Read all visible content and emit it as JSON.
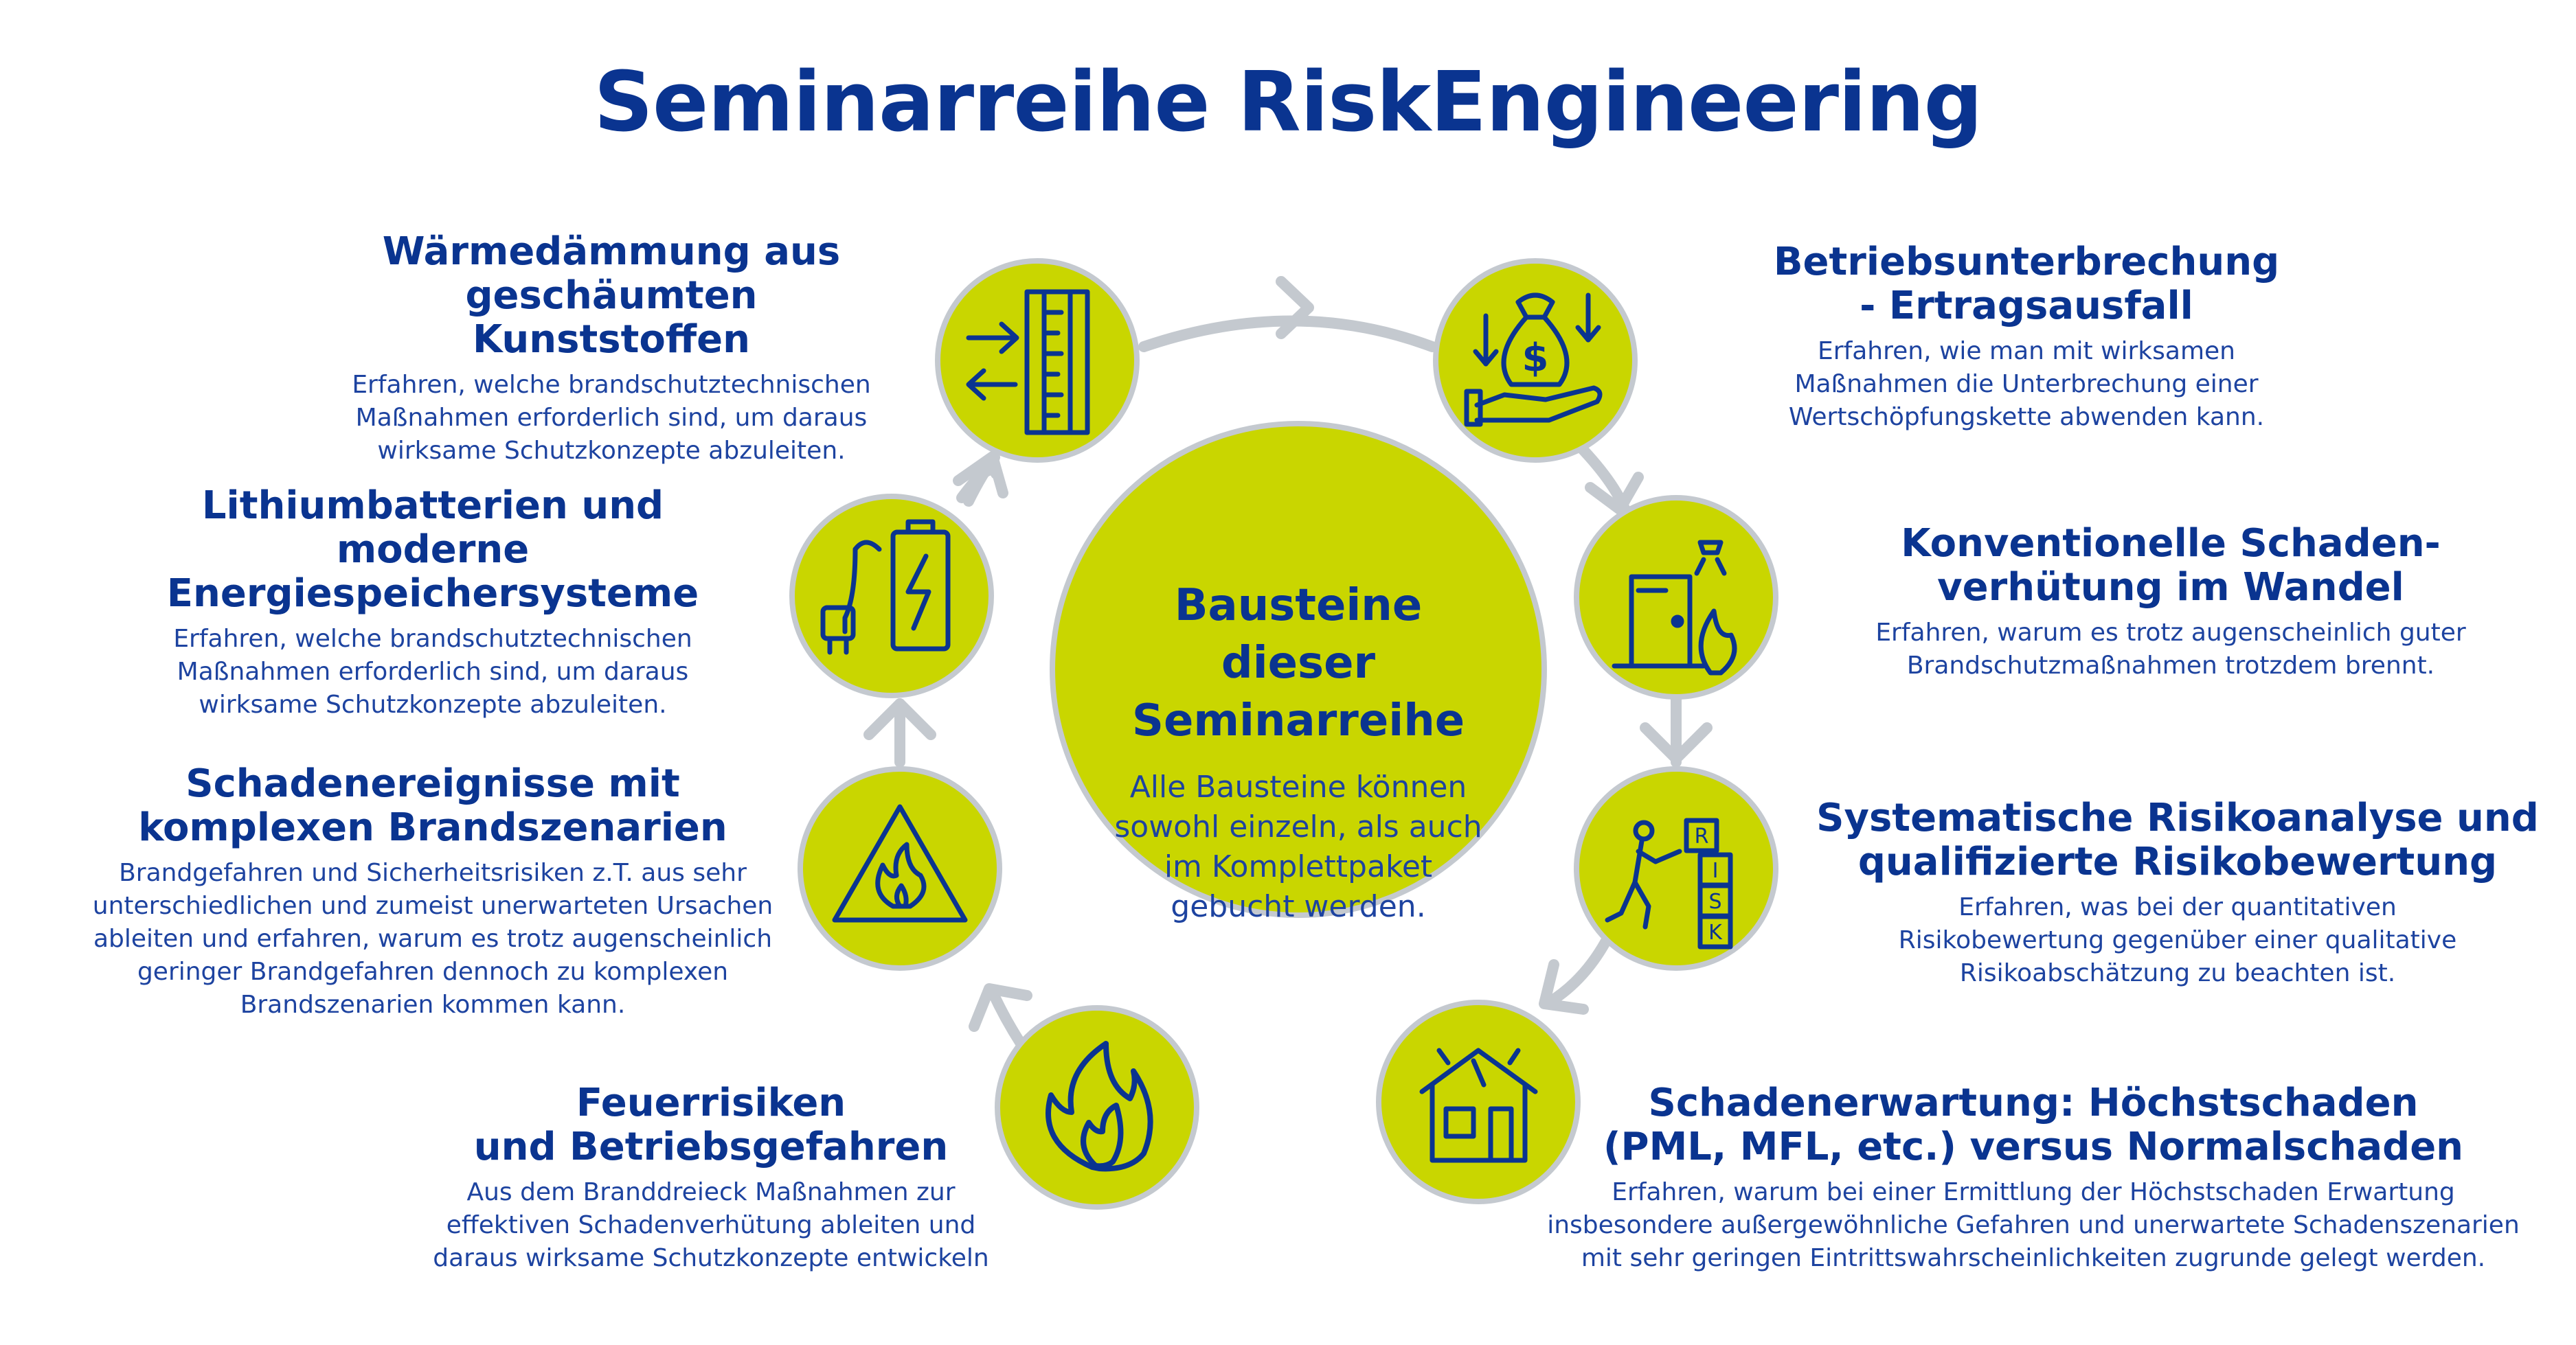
{
  "title": "Seminarreihe RiskEngineering",
  "colors": {
    "primary": "#0a3490",
    "accent": "#c9d600",
    "ring": "#c4c9cf"
  },
  "center": {
    "title": "Bausteine\ndieser Seminarreihe",
    "text": "Alle Bausteine können\nsowohl einzeln, als auch\nim Komplettpaket\ngebucht werden."
  },
  "modules": [
    {
      "title": "Wärmedämmung aus\ngeschäumten Kunststoffen",
      "text": "Erfahren, welche brandschutztechnischen\nMaßnahmen erforderlich sind, um daraus\nwirksame Schutzkonzepte abzuleiten.",
      "icon": "insulation-icon"
    },
    {
      "title": "Betriebsunterbrechung\n- Ertragsausfall",
      "text": "Erfahren, wie man mit wirksamen\nMaßnahmen die Unterbrechung einer\nWertschöpfungskette abwenden kann.",
      "icon": "money-bag-hand-icon"
    },
    {
      "title": "Lithiumbatterien und moderne\nEnergiespeichersysteme",
      "text": "Erfahren, welche brandschutztechnischen\nMaßnahmen erforderlich sind, um daraus\nwirksame Schutzkonzepte abzuleiten.",
      "icon": "battery-plug-icon"
    },
    {
      "title": "Konventionelle Schaden-\nverhütung im Wandel",
      "text": "Erfahren, warum es trotz augenscheinlich guter\nBrandschutzmaßnahmen trotzdem brennt.",
      "icon": "door-fire-sprinkler-icon"
    },
    {
      "title": "Schadenereignisse mit\nkomplexen Brandszenarien",
      "text": "Brandgefahren und Sicherheitsrisiken z.T. aus sehr\nunterschiedlichen und zumeist unerwarteten Ursachen\nableiten und erfahren, warum es trotz augenscheinlich\ngeringer Brandgefahren dennoch zu komplexen\nBrandszenarien kommen kann.",
      "icon": "fire-warning-icon"
    },
    {
      "title": "Systematische Risikoanalyse und\nqualifizierte Risikobewertung",
      "text": "Erfahren, was bei der quantitativen\nRisikobewertung gegenüber einer qualitative\nRisikoabschätzung zu beachten ist.",
      "icon": "risk-blocks-icon"
    },
    {
      "title": "Feuerrisiken\nund Betriebsgefahren",
      "text": "Aus dem Branddreieck Maßnahmen zur\neffektiven Schadenverhütung ableiten und\ndaraus wirksame Schutzkonzepte entwickeln",
      "icon": "flame-icon"
    },
    {
      "title": "Schadenerwartung: Höchstschaden\n(PML, MFL, etc.) versus Normalschaden",
      "text": "Erfahren, warum bei einer Ermittlung der Höchstschaden Erwartung\ninsbesondere außergewöhnliche Gefahren und unerwartete Schadenszenarien\nmit sehr geringen Eintrittswahrscheinlichkeiten zugrunde gelegt werden.",
      "icon": "damaged-house-icon"
    }
  ],
  "risk_letters": [
    "R",
    "I",
    "S",
    "K"
  ]
}
